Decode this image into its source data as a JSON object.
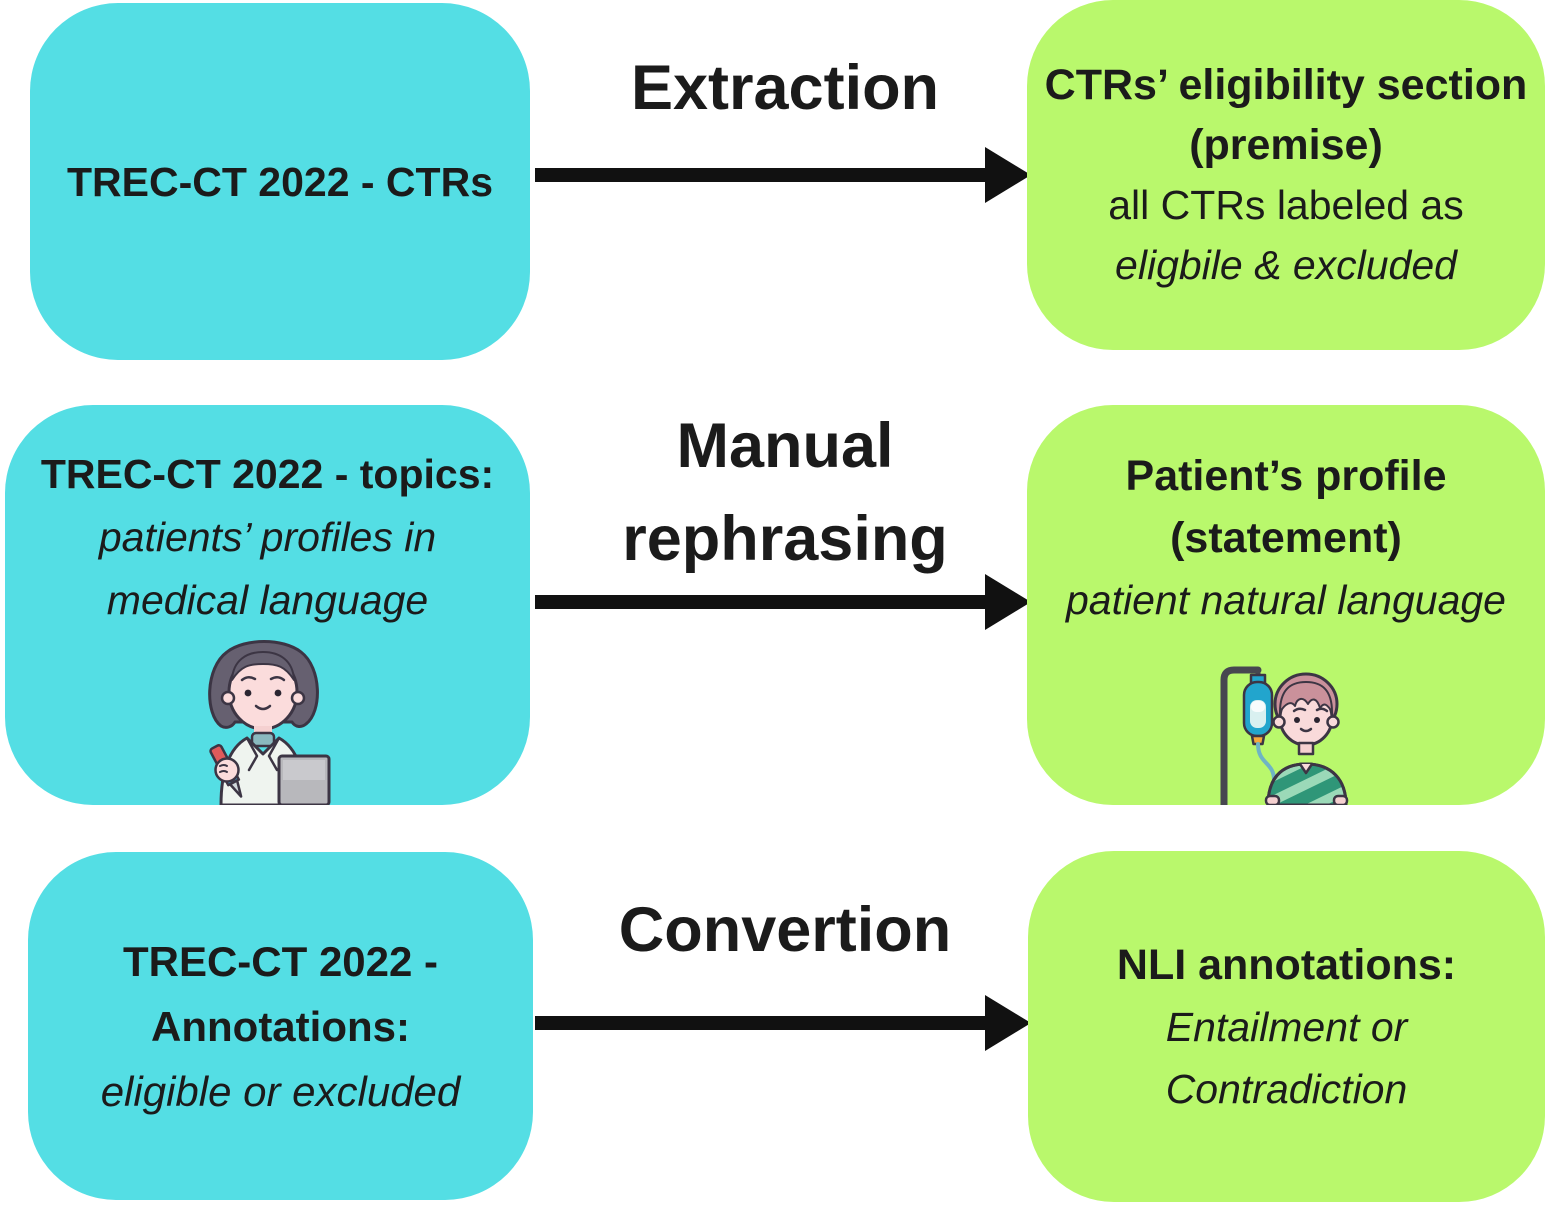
{
  "diagram": {
    "rows": [
      {
        "process_label": "Extraction",
        "source": {
          "line1": "TREC-CT 2022 - CTRs"
        },
        "target": {
          "line1": "CTRs’ eligibility section",
          "line2": "(premise)",
          "line3": "all CTRs labeled as",
          "line4": "eligbile & excluded"
        }
      },
      {
        "process_label_line1": "Manual",
        "process_label_line2": "rephrasing",
        "source": {
          "line1": "TREC-CT 2022 - topics:",
          "line2": "patients’ profiles in",
          "line3": "medical language"
        },
        "target": {
          "line1": "Patient’s profile",
          "line2": "(statement)",
          "line3": "patient natural language"
        }
      },
      {
        "process_label": "Convertion",
        "source": {
          "line1": "TREC-CT 2022 -",
          "line2": "Annotations:",
          "line3": "eligible or excluded"
        },
        "target": {
          "line1": "NLI annotations:",
          "line2": "Entailment or",
          "line3": "Contradiction"
        }
      }
    ],
    "icons": {
      "doctor": "doctor-with-test-tube-illustration",
      "patient": "patient-with-iv-drip-illustration",
      "arrow": "right-arrow-icon"
    },
    "colors": {
      "source_box": "#54dee4",
      "target_box": "#b9f86c",
      "text": "#1b1b1b",
      "arrow": "#111111"
    }
  }
}
